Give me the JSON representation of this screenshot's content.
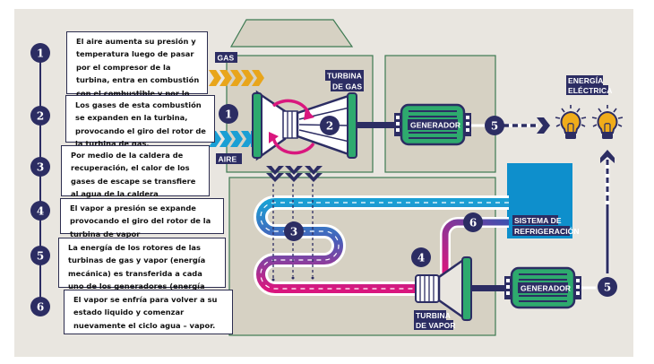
{
  "steps": [
    {
      "number": "1",
      "text": "El aire aumenta su presión y temperatura luego de pasar por el compresor de la turbina, entra en combustión con el combustible y por lo tanto un flujo de gases"
    },
    {
      "number": "2",
      "text": "Los gases de esta combustión se expanden en la turbina, provocando el giro del rotor de la turbina de gas."
    },
    {
      "number": "3",
      "text": "Por medio de la caldera de recuperación, el calor de los gases de escape se transfiere al agua de la caldera generando vapor."
    },
    {
      "number": "4",
      "text": "El vapor a presión se expande provocando el giro del rotor de la turbina de vapor"
    },
    {
      "number": "5",
      "text": "La energía de los rotores de las turbinas de gas y vapor (energía mecánica) es transferida a cada uno de los generadores (energía eléctrica)."
    },
    {
      "number": "6",
      "text": "El vapor se enfría para volver a su estado liquido y comenzar nuevamente el ciclo agua – vapor."
    }
  ],
  "diagram": {
    "gas_label": "GAS",
    "air_label": "AIRE",
    "gas_turbine_label": [
      "TURBINA",
      "DE GAS"
    ],
    "steam_turbine_label": [
      "TURBINA",
      "DE VAPOR"
    ],
    "generator_top_label": "GENERADOR",
    "generator_bottom_label": "GENERADOR",
    "electric_energy_label": [
      "ENERGÍA",
      "ELÉCTRICA"
    ],
    "cooling_system_label": [
      "SISTEMA DE",
      "REFRIGERACIÓN"
    ],
    "markers": {
      "compressor": "1",
      "gas_turbine": "2",
      "boiler": "3",
      "steam_turbine": "4",
      "gen_top": "5",
      "gen_bottom": "5",
      "cooling": "6"
    }
  },
  "colors": {
    "navy": "#2c2d63",
    "green": "#2eaa6e",
    "gas_orange": "#e8a51c",
    "air_blue": "#1a9fd4",
    "magenta": "#d9177e",
    "panel_bg": "#e9e6e0",
    "box_fill": "#d6d1c3",
    "box_border": "#3d7a52",
    "cooling_blue": "#0e8fcc",
    "bulb_yellow": "#f0ac1a"
  }
}
